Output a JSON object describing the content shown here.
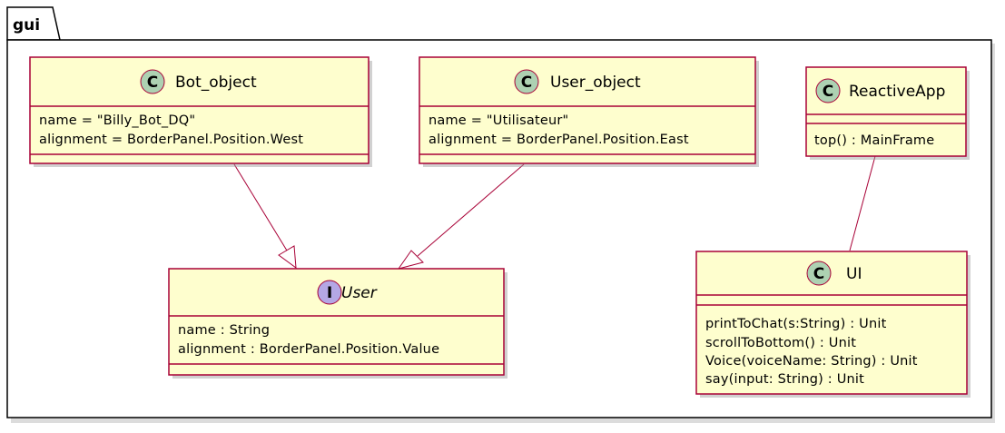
{
  "package": {
    "name": "gui"
  },
  "classes": {
    "bot_object": {
      "kind": "class",
      "stereotype_letter": "C",
      "name": "Bot_object",
      "fields": [
        "name = \"Billy_Bot_DQ\"",
        "alignment = BorderPanel.Position.West"
      ],
      "methods": []
    },
    "user_object": {
      "kind": "class",
      "stereotype_letter": "C",
      "name": "User_object",
      "fields": [
        "name = \"Utilisateur\"",
        "alignment = BorderPanel.Position.East"
      ],
      "methods": []
    },
    "reactive_app": {
      "kind": "class",
      "stereotype_letter": "C",
      "name": "ReactiveApp",
      "fields": [],
      "methods": [
        "top() : MainFrame"
      ]
    },
    "user": {
      "kind": "interface",
      "stereotype_letter": "I",
      "name": "User",
      "fields": [
        "name : String",
        "alignment : BorderPanel.Position.Value"
      ],
      "methods": []
    },
    "ui": {
      "kind": "class",
      "stereotype_letter": "C",
      "name": "UI",
      "fields": [],
      "methods": [
        "printToChat(s:String) : Unit",
        "scrollToBottom() : Unit",
        "Voice(voiceName: String) : Unit",
        "say(input: String) : Unit"
      ]
    }
  },
  "relations": [
    {
      "from": "bot_object",
      "to": "user",
      "type": "realization"
    },
    {
      "from": "user_object",
      "to": "user",
      "type": "realization"
    },
    {
      "from": "reactive_app",
      "to": "ui",
      "type": "association"
    }
  ],
  "colors": {
    "class_fill": "#FEFECE",
    "class_border": "#A80036",
    "class_spot": "#ADD1B2",
    "interface_spot": "#B4A7E5"
  }
}
